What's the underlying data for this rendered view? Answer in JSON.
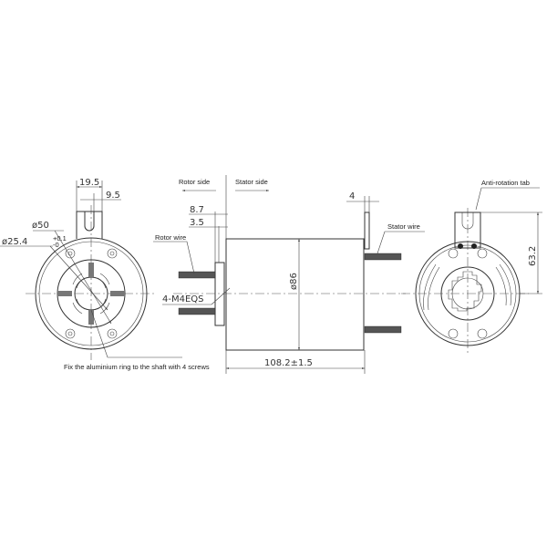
{
  "labels": {
    "rotor_side": "Rotor side",
    "stator_side": "Stator side",
    "rotor_wire": "Rotor wire",
    "stator_wire": "Stator wire",
    "anti_rotation_tab": "Anti-rotation tab",
    "screws": "4-M4EQS",
    "fix_note": "Fix the aluminium ring to the shaft with 4 screws"
  },
  "dimensions": {
    "tab_width": "19.5",
    "tab_offset": "9.5",
    "dia_outer": "ø50",
    "dia_bore": "ø25.4",
    "bore_tol_upper": "+0.1",
    "bore_tol_lower": "-0",
    "flange_8_7": "8.7",
    "flange_3_5": "3.5",
    "stator_tab_thickness": "4",
    "body_diameter": "ø86",
    "length": "108.2±1.5",
    "tab_height": "63.2"
  }
}
